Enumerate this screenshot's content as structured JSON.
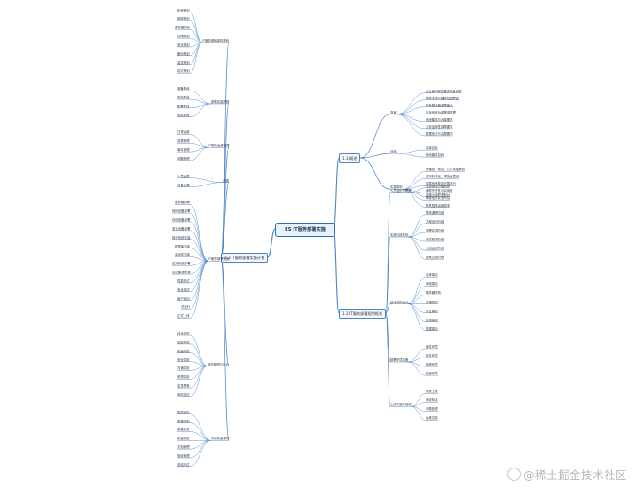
{
  "root": {
    "title": "ES IT服务部署实施"
  },
  "branches": [
    {
      "label": "1.1 概述",
      "children": [
        {
          "label": "背景",
          "leaves": [
            "企业级IT服务建设背景说明",
            "需求来源与建设范围界定",
            "现有服务器资源盘点",
            "目标系统功能需求梳理",
            "系统集成与对接需求",
            "业务连续性保障要求",
            "数据安全与合规要求"
          ]
        },
        {
          "label": "目标",
          "leaves": [
            "总体目标",
            "阶段建设目标"
          ]
        },
        {
          "label": "实施原则",
          "leaves": [
            "遵循统一规划、分步实施原则",
            "坚持标准化、规范化建设",
            "保障系统稳定可靠运行",
            "兼顾先进性与实用性",
            "确保信息安全可控",
            "降低整体运维成本"
          ]
        }
      ]
    },
    {
      "label": "1.2 IT服务部署规划框架",
      "children": [
        {
          "label": "人员组织与职责",
          "leaves": [
            "项目领导小组职责",
            "实施小组职责划分"
          ]
        },
        {
          "label": "实施阶段规划",
          "leaves": [
            "需求调研阶段",
            "方案设计阶段",
            "部署实施阶段",
            "测试验收阶段",
            "上线运行阶段",
            "运维交接阶段"
          ]
        },
        {
          "label": "技术架构设计",
          "leaves": [
            "总体架构",
            "网络架构",
            "服务器架构",
            "存储架构",
            "安全架构",
            "应用架构",
            "数据架构"
          ]
        },
        {
          "label": "部署环境准备",
          "leaves": [
            "硬件环境",
            "软件环境",
            "网络环境",
            "机房环境"
          ]
        },
        {
          "label": "上线实施与验收",
          "leaves": [
            "系统上线",
            "验收标准",
            "问题处理",
            "运维交接"
          ]
        }
      ]
    },
    {
      "label": "1.3 IT服务部署实施计划",
      "children": [
        {
          "label": "IT服务基础架构规划",
          "leaves": [
            "机房规划",
            "网络规划",
            "服务器规划",
            "存储规划",
            "安全规划",
            "备份规划",
            "监控规划",
            "容灾规划"
          ]
        },
        {
          "label": "部署实施流程",
          "leaves": [
            "准备阶段",
            "安装阶段",
            "配置阶段",
            "测试阶段"
          ]
        },
        {
          "label": "IT服务运维管理",
          "leaves": [
            "日常运维",
            "变更管理",
            "事件管理",
            "问题管理"
          ]
        },
        {
          "label": "资源",
          "leaves": [
            "人员资源",
            "设备资源"
          ]
        },
        {
          "label": "IT服务部署实施",
          "leaves": [
            "服务器部署",
            "网络设备部署",
            "存储设备部署",
            "安全设备部署",
            "操作系统安装",
            "数据库安装",
            "中间件安装",
            "应用系统部署",
            "系统集成联调",
            "性能测试",
            "安全测试",
            "用户培训",
            "试运行",
            "正式上线"
          ]
        },
        {
          "label": "风险管理与应对",
          "leaves": [
            "技术风险",
            "进度风险",
            "质量风险",
            "安全风险",
            "沟通风险",
            "资源风险",
            "应急预案",
            "风险监控"
          ]
        },
        {
          "label": "项目质量管理",
          "leaves": [
            "质量目标",
            "质量控制",
            "质量检查",
            "质量改进",
            "文档管理",
            "验收管理",
            "总结评估"
          ]
        }
      ]
    }
  ],
  "watermark": {
    "text": "@稀土掘金技术社区"
  }
}
